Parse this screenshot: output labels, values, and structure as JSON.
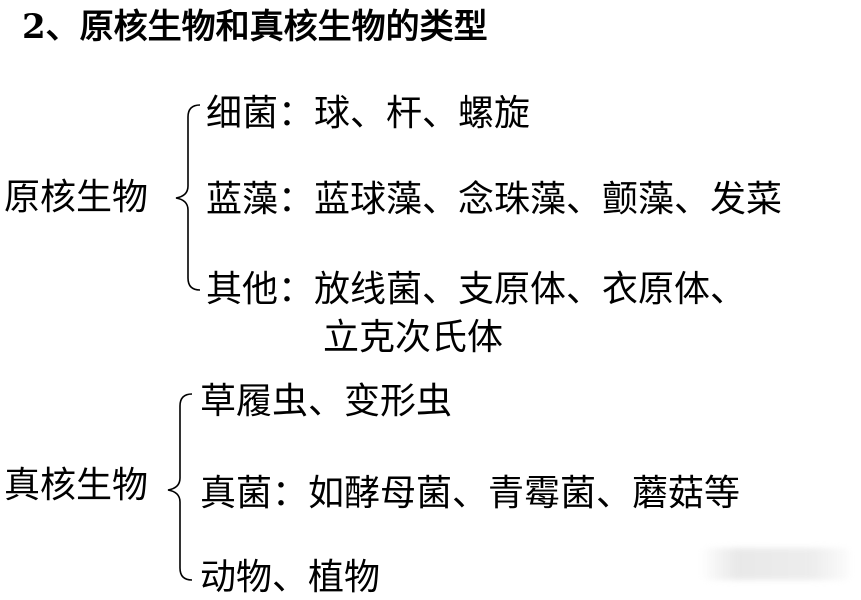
{
  "title": "2、原核生物和真核生物的类型",
  "prokaryote": {
    "label": "原核生物",
    "items": [
      "细菌：球、杆、螺旋",
      "蓝藻：蓝球藻、念珠藻、颤藻、发菜",
      "其他：放线菌、支原体、衣原体、",
      "立克次氏体"
    ]
  },
  "eukaryote": {
    "label": "真核生物",
    "items": [
      "草履虫、变形虫",
      "真菌：如酵母菌、青霉菌、蘑菇等",
      "动物、植物"
    ]
  }
}
